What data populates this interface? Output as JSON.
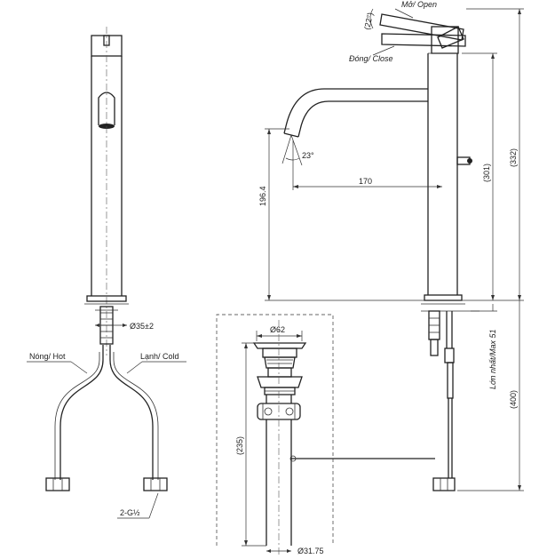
{
  "labels": {
    "open": "Mở/ Open",
    "close": "Đóng/ Close",
    "angle_handle": "(22°)",
    "angle_spout": "23°",
    "reach": "170",
    "height_spout": "196.4",
    "height_body": "(301)",
    "height_total": "(332)",
    "height_hose": "(400)",
    "max_thickness": "Lớn nhất/Max 51",
    "deck_hole": "Ø35±2",
    "hot": "Nóng/ Hot",
    "cold": "Lạnh/ Cold",
    "connector": "2-G½",
    "drain_top": "Ø62",
    "drain_length": "(235)",
    "drain_bottom": "Ø31.75"
  }
}
